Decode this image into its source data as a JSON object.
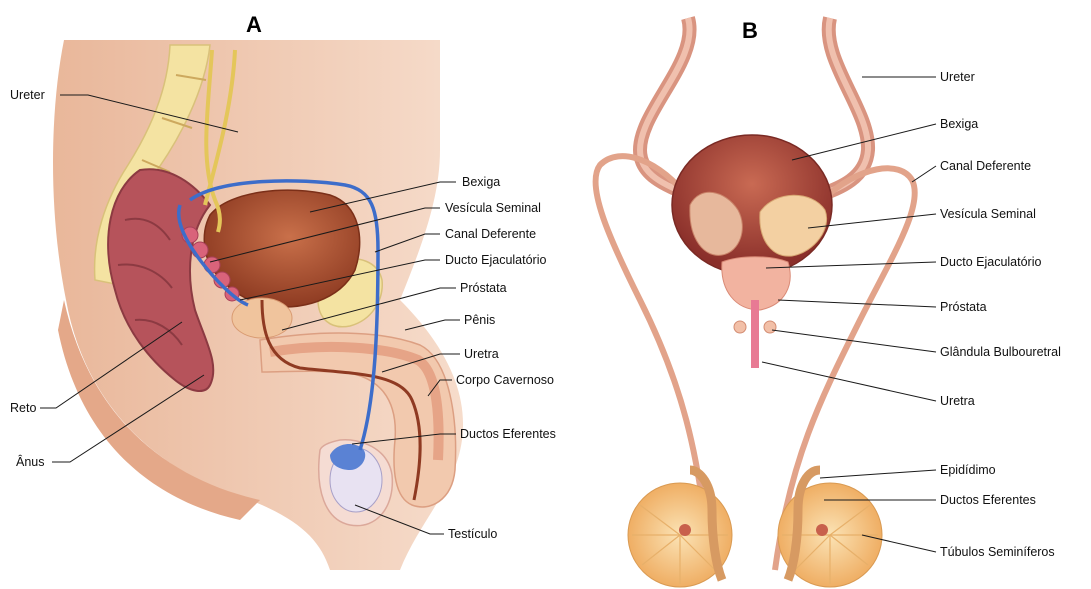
{
  "panels": {
    "a": {
      "letter": "A",
      "labels": {
        "ureter": "Ureter",
        "bexiga": "Bexiga",
        "vesicula": "Vesícula Seminal",
        "canal": "Canal Deferente",
        "ducto_ejac": "Ducto Ejaculatório",
        "prostata": "Próstata",
        "penis": "Pênis",
        "uretra": "Uretra",
        "corpo": "Corpo Cavernoso",
        "ductos_ef": "Ductos Eferentes",
        "testiculo": "Testículo",
        "reto": "Reto",
        "anus": "Ânus"
      }
    },
    "b": {
      "letter": "B",
      "labels": {
        "ureter": "Ureter",
        "bexiga": "Bexiga",
        "canal": "Canal Deferente",
        "vesicula": "Vesícula Seminal",
        "ducto_ejac": "Ducto Ejaculatório",
        "prostata": "Próstata",
        "glandula": "Glândula Bulbouretral",
        "uretra": "Uretra",
        "epididimo": "Epidídimo",
        "ductos_ef": "Ductos Eferentes",
        "tubulos": "Túbulos Seminíferos"
      }
    }
  },
  "colors": {
    "skin": "#f3d2bd",
    "skin_dark": "#e7b394",
    "bone": "#f5e6a7",
    "rectum": "#b5545c",
    "bladder": "#a8502f",
    "prostate": "#f1c39c",
    "vas": "#3f6fc9",
    "ureter_yellow": "#e9cf60",
    "tube_b": "#e7a98f",
    "testis_b": "#f4c07b"
  }
}
